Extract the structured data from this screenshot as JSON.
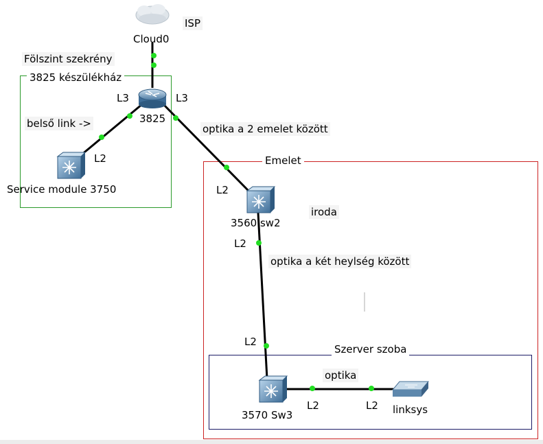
{
  "isp_label": "ISP",
  "cloud_label": "Cloud0",
  "upstairs_cabinet_label": "Fölszint szekrény",
  "zones": {
    "router_housing": "3825 készülékház",
    "floor": "Emelet",
    "server_room": "Szerver szoba"
  },
  "devices": {
    "router": "3825",
    "service_module": "Service module 3750",
    "sw2": "3560 sw2",
    "sw3": "3570 Sw3",
    "linksys": "linksys"
  },
  "links": {
    "router_left_layer": "L3",
    "router_right_layer": "L3",
    "internal_link": "belső link ->",
    "service_module_layer": "L2",
    "floor_fiber": "optika a 2 emelet között",
    "sw2_top_layer": "L2",
    "office": "iroda",
    "sw2_bottom_layer": "L2",
    "room_fiber": "optika a két heylség között",
    "sw3_top_layer": "L2",
    "fiber": "optika",
    "sw3_right_layer": "L2",
    "linksys_layer": "L2"
  },
  "colors": {
    "link_endpoint": "#22dd22",
    "router_housing_border": "#2a9a2a",
    "floor_border": "#cc2222",
    "server_room_border": "#1a1a66"
  }
}
